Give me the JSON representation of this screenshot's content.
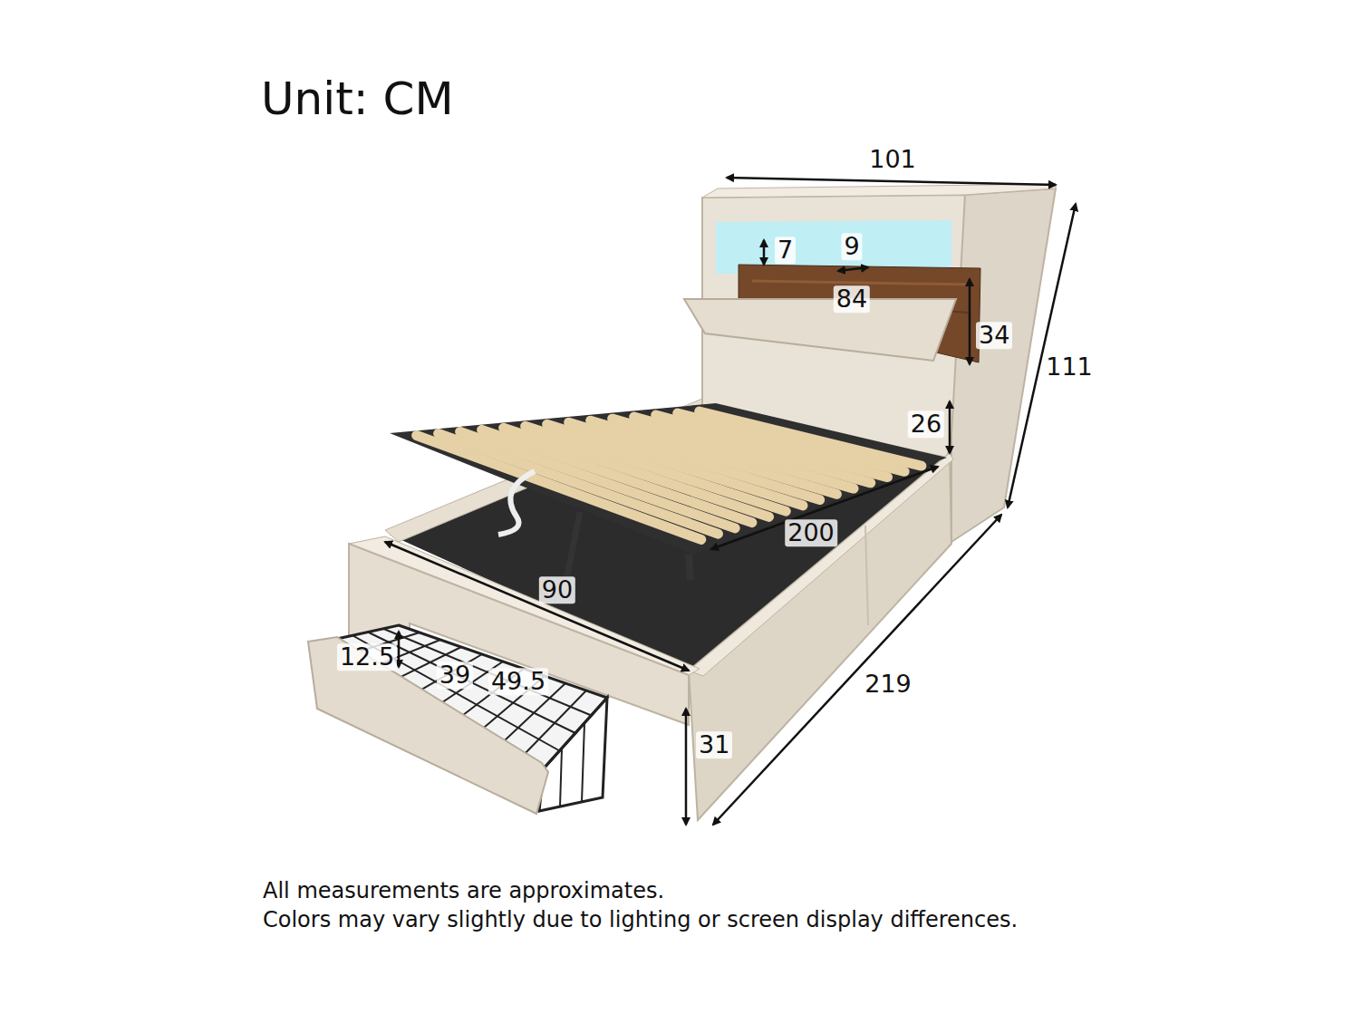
{
  "diagram": {
    "title": "Unit: CM",
    "labels": [
      "101",
      "7",
      "9",
      "84",
      "34",
      "111",
      "26",
      "200",
      "90",
      "12.5",
      "39",
      "49.5",
      "219",
      "31",
      "All measurements are approximates.",
      "Colors may vary slightly due to lighting or screen display differences."
    ]
  }
}
